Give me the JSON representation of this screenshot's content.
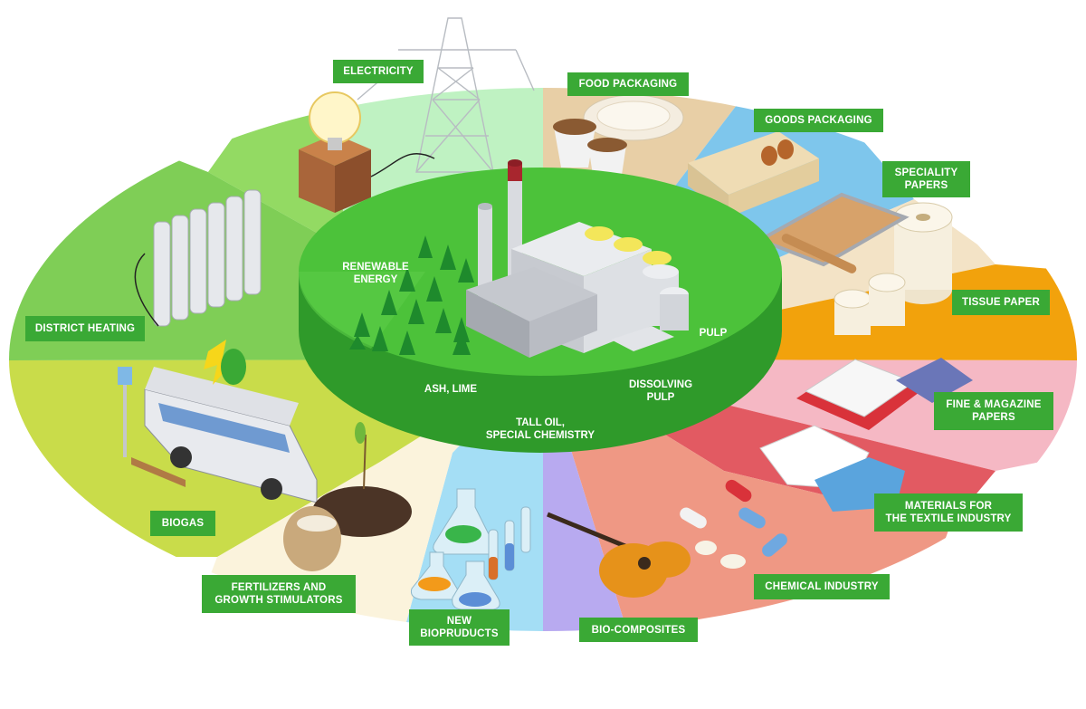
{
  "outer_labels": {
    "electricity": "ELECTRICITY",
    "food_packaging": "FOOD PACKAGING",
    "goods_packaging": "GOODS PACKAGING",
    "speciality_papers_1": "SPECIALITY",
    "speciality_papers_2": "PAPERS",
    "tissue_paper": "TISSUE PAPER",
    "fine_magazine_1": "FINE & MAGAZINE",
    "fine_magazine_2": "PAPERS",
    "textile_1": "MATERIALS FOR",
    "textile_2": "THE TEXTILE INDUSTRY",
    "chemical_industry": "CHEMICAL INDUSTRY",
    "bio_composites": "BIO-COMPOSITES",
    "new_bioproducts_1": "NEW",
    "new_bioproducts_2": "BIOPRUDUCTS",
    "fertilizers_1": "FERTILIZERS AND",
    "fertilizers_2": "GROWTH STIMULATORS",
    "biogas": "BIOGAS",
    "district_heating": "DISTRICT HEATING"
  },
  "inner_labels": {
    "renewable_1": "RENEWABLE",
    "renewable_2": "ENERGY",
    "pulp": "PULP",
    "dissolving_1": "DISSOLVING",
    "dissolving_2": "PULP",
    "ash_lime": "ASH, LIME",
    "tall_oil_1": "TALL OIL,",
    "tall_oil_2": "SPECIAL CHEMISTRY"
  },
  "colors": {
    "label_bg": "#3aa935",
    "center_top": "#4cc23a",
    "center_side": "#2f9a2a",
    "seg_electricity": "#bff2c2",
    "seg_food": "#e8cfa6",
    "seg_goods": "#7ec6ec",
    "seg_speciality": "#f3e3c6",
    "seg_tissue": "#f2a20c",
    "seg_fine": "#f5b8c4",
    "seg_textile": "#e25a62",
    "seg_chemical": "#ef9884",
    "seg_biocomp": "#b8aaf0",
    "seg_newbio": "#a4def5",
    "seg_fertilizer": "#fbf3dc",
    "seg_biogas": "#c9dc4a",
    "seg_heating": "#7fce56",
    "seg_heating_top": "#93da63"
  }
}
